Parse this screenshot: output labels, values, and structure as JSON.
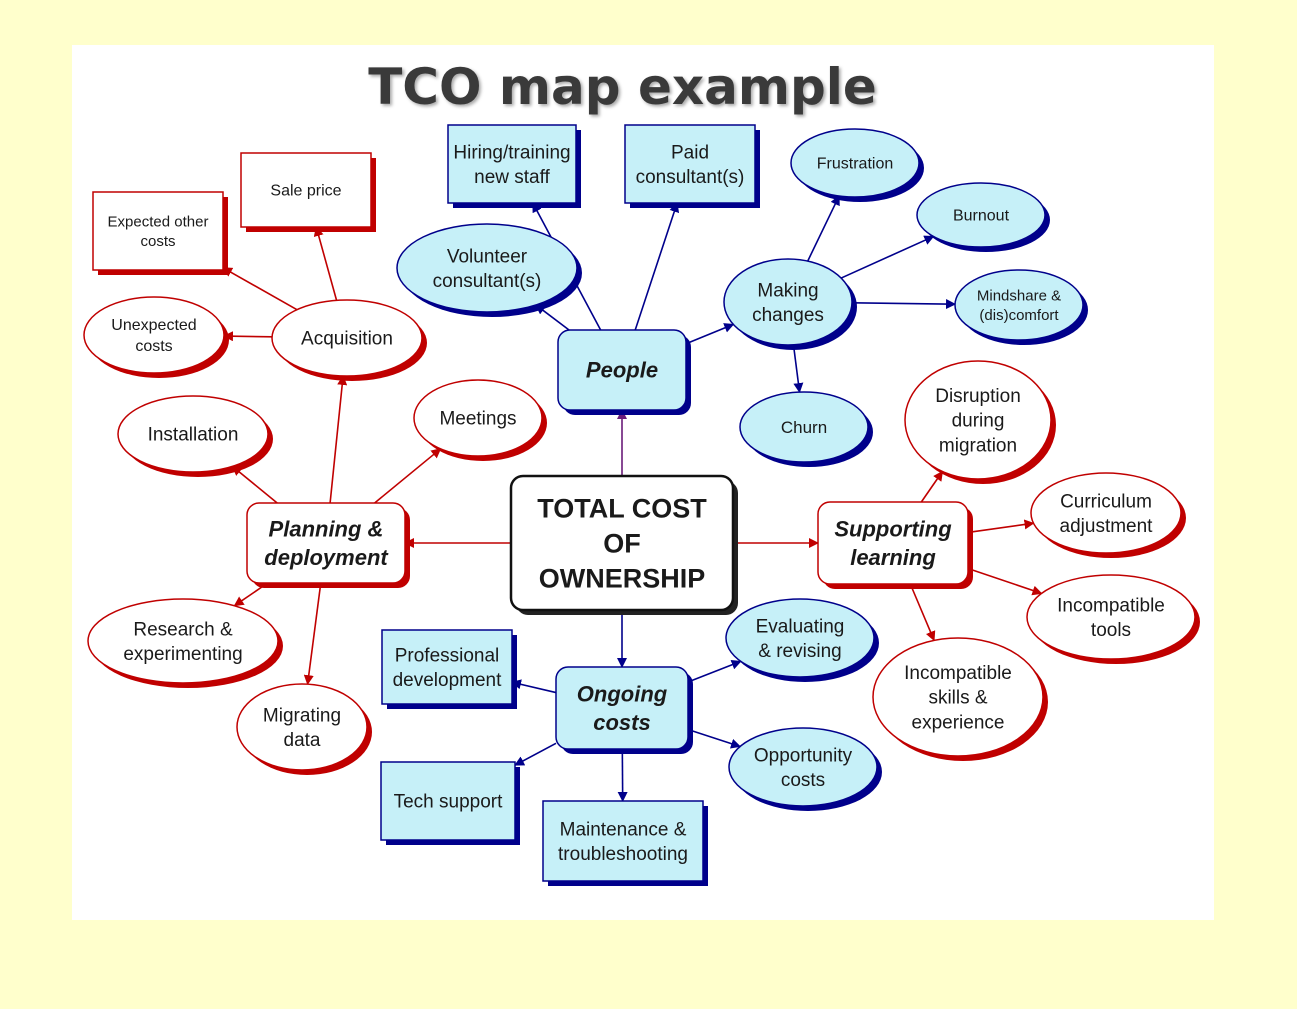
{
  "title": "TCO map example",
  "colors": {
    "background": "#ffffcc",
    "blue_fill": "#c6f0f8",
    "blue_edge": "#00008b",
    "red_edge": "#c00000"
  },
  "nodes": {
    "center": [
      "TOTAL COST",
      "OF",
      "OWNERSHIP"
    ],
    "people": [
      "People"
    ],
    "planning": [
      "Planning &",
      "deployment"
    ],
    "ongoing": [
      "Ongoing",
      "costs"
    ],
    "supporting": [
      "Supporting",
      "learning"
    ],
    "hiring": [
      "Hiring/training",
      "new staff"
    ],
    "paid": [
      "Paid",
      "consultant(s)"
    ],
    "volunteer": [
      "Volunteer",
      "consultant(s)"
    ],
    "making": [
      "Making",
      "changes"
    ],
    "frustration": [
      "Frustration"
    ],
    "burnout": [
      "Burnout"
    ],
    "mindshare": [
      "Mindshare &",
      "(dis)comfort"
    ],
    "churn": [
      "Churn"
    ],
    "sale": [
      "Sale price"
    ],
    "expected": [
      "Expected other",
      "costs"
    ],
    "unexpected": [
      "Unexpected",
      "costs"
    ],
    "acquisition": [
      "Acquisition"
    ],
    "installation": [
      "Installation"
    ],
    "meetings": [
      "Meetings"
    ],
    "research": [
      "Research  &",
      "experimenting"
    ],
    "migrating": [
      "Migrating",
      "data"
    ],
    "disruption": [
      "Disruption",
      "during",
      "migration"
    ],
    "curriculum": [
      "Curriculum",
      "adjustment"
    ],
    "incompat_tools": [
      "Incompatible",
      "tools"
    ],
    "incompat_skills": [
      "Incompatible",
      "skills &",
      "experience"
    ],
    "professional": [
      "Professional",
      "development"
    ],
    "tech": [
      "Tech support"
    ],
    "maintenance": [
      "Maintenance &",
      "troubleshooting"
    ],
    "evaluating": [
      "Evaluating",
      "& revising"
    ],
    "opportunity": [
      "Opportunity",
      "costs"
    ]
  }
}
